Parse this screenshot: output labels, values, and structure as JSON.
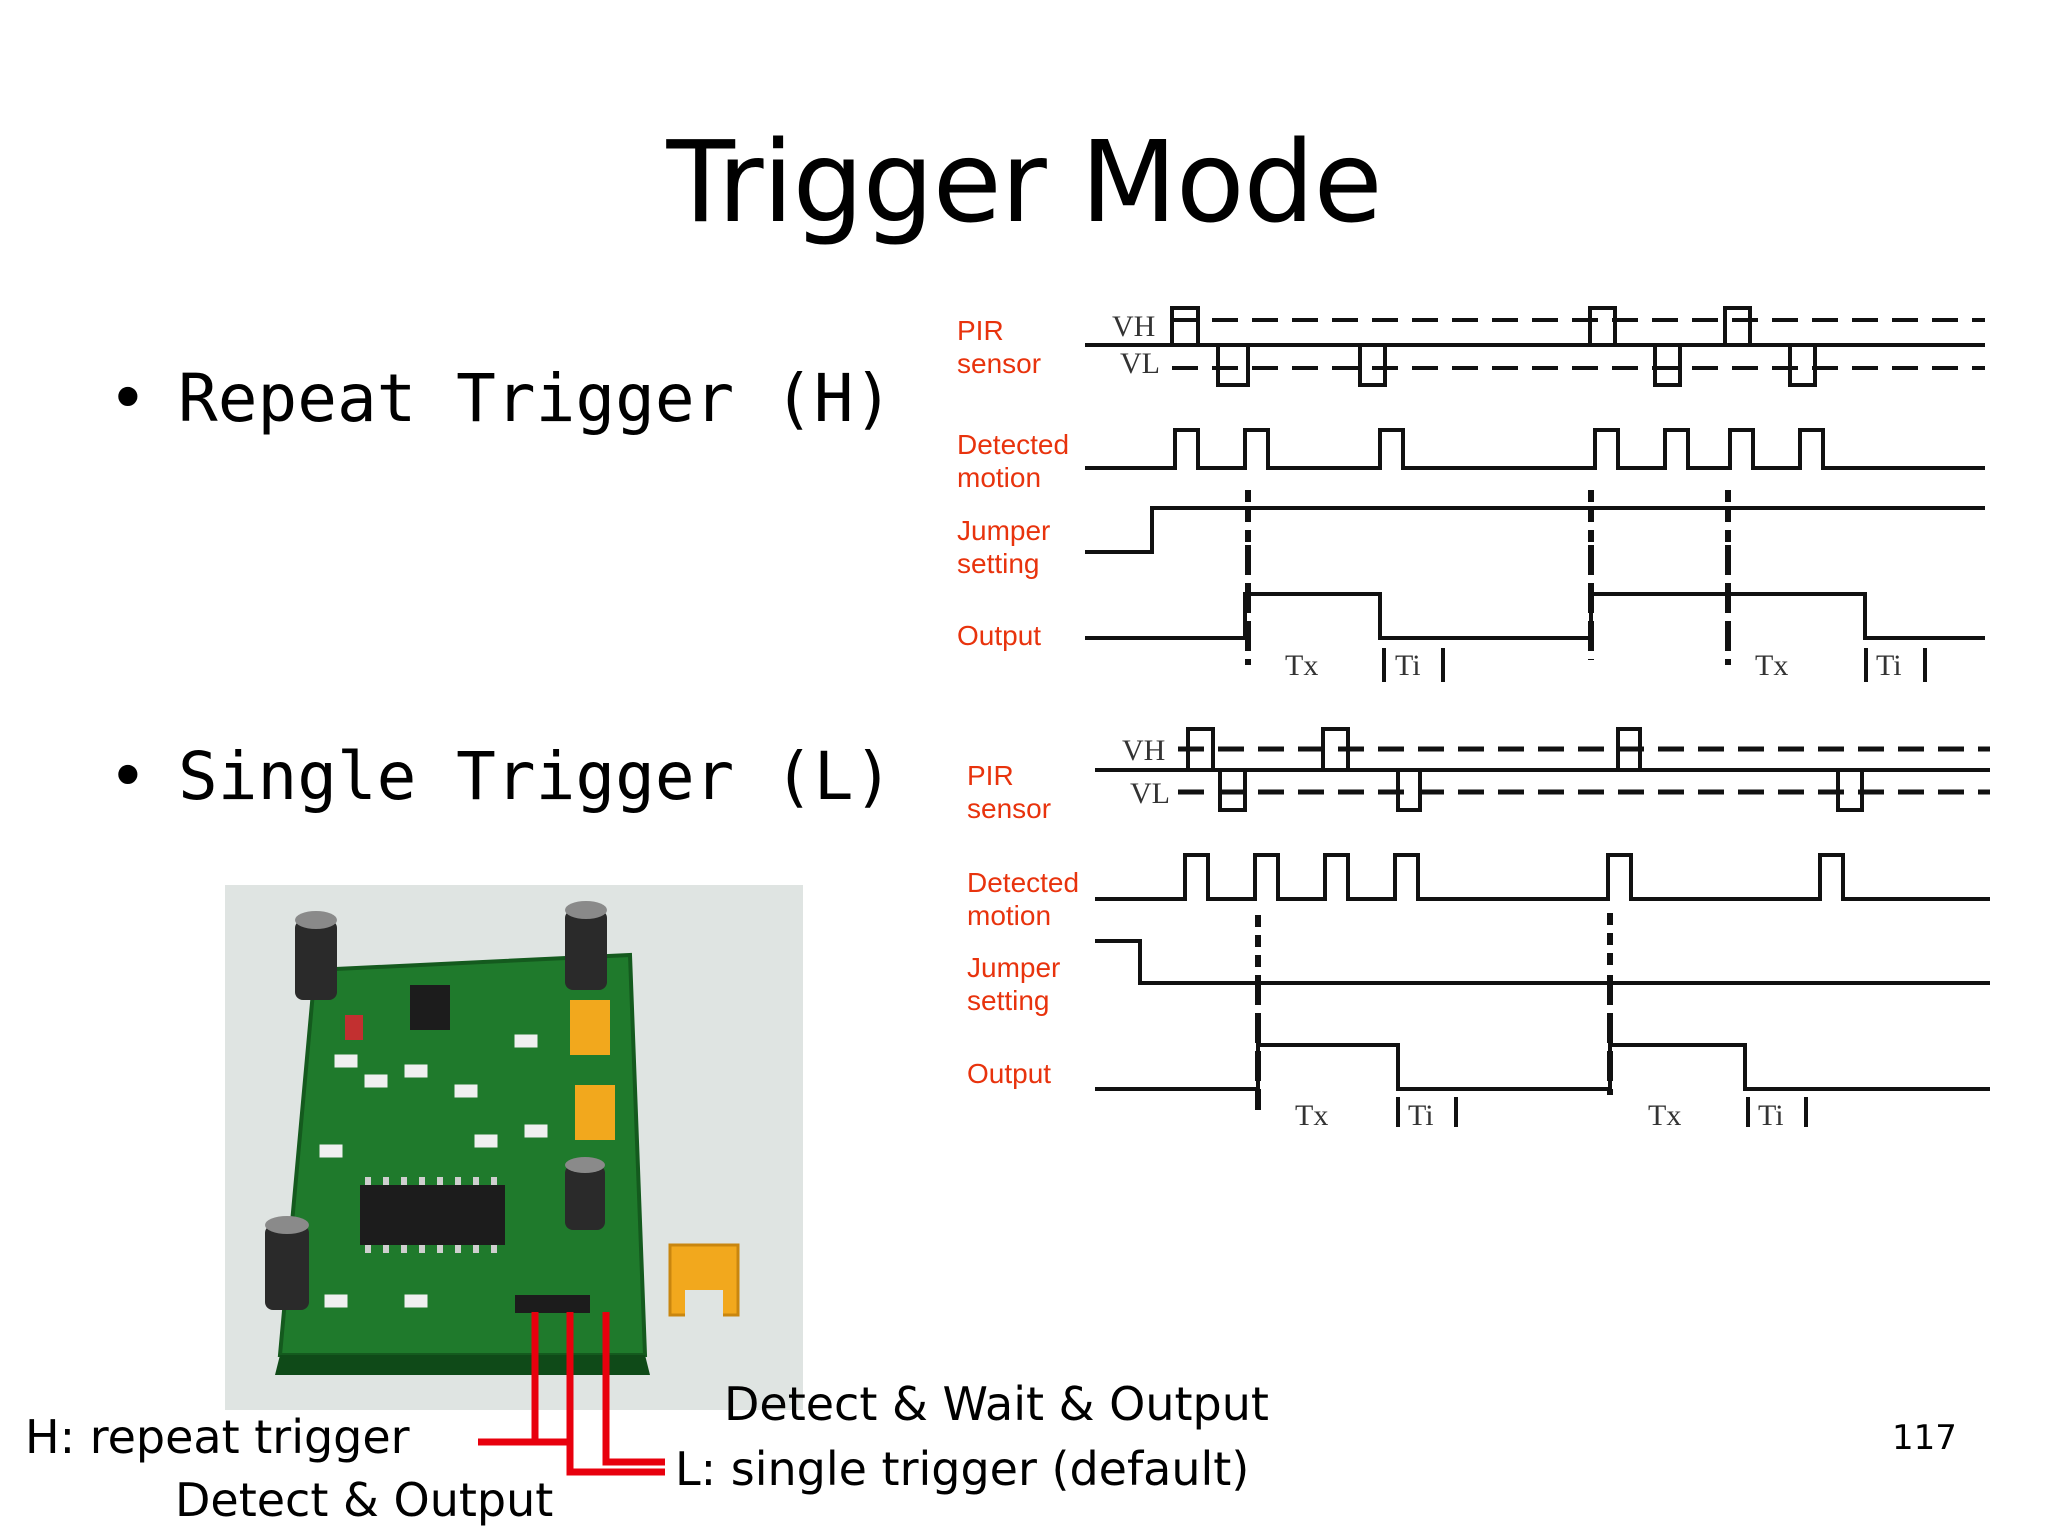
{
  "slide": {
    "title": "Trigger Mode",
    "page_number": "117",
    "bullets": [
      {
        "marker": "•",
        "text": "Repeat Trigger (H)"
      },
      {
        "marker": "•",
        "text": "Single Trigger (L)"
      }
    ]
  },
  "timing_diagrams": [
    {
      "signals": [
        "PIR\nsensor",
        "Detected\nmotion",
        "Jumper\nsetting",
        "Output"
      ],
      "signal_lines": [
        [
          "PIR",
          "sensor"
        ],
        [
          "Detected",
          "motion"
        ],
        [
          "Jumper",
          "setting"
        ],
        [
          "Output"
        ]
      ],
      "level_labels": [
        "VH",
        "VL"
      ],
      "interval_labels": [
        "Tx",
        "Ti",
        "Tx",
        "Ti"
      ]
    },
    {
      "signal_lines": [
        [
          "PIR",
          "sensor"
        ],
        [
          "Detected",
          "motion"
        ],
        [
          "Jumper",
          "setting"
        ],
        [
          "Output"
        ]
      ],
      "level_labels": [
        "VH",
        "VL"
      ],
      "interval_labels": [
        "Tx",
        "Ti",
        "Tx",
        "Ti"
      ]
    }
  ],
  "board_annotations": {
    "h_label": "H: repeat trigger",
    "h_desc": "Detect & Output",
    "l_label": "L: single trigger (default)",
    "l_desc": "Detect & Wait & Output"
  },
  "colors": {
    "signal_label": "#e8330d",
    "annotation_line": "#e8000d",
    "pcb_green": "#1f7a2c",
    "jumper_yellow": "#f2a81d"
  }
}
